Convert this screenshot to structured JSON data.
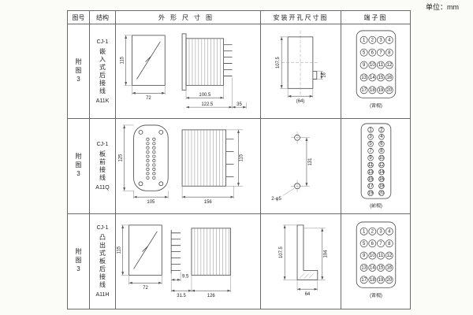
{
  "page": {
    "unit_label": "单位：mm"
  },
  "headers": {
    "fig": "图号",
    "structure": "结构",
    "outline": "外形尺寸图",
    "install": "安装开孔尺寸图",
    "terminal": "端子图"
  },
  "rows": [
    {
      "fig_no": "附图3",
      "model": "CJ-1",
      "mount": "嵌入式后接线",
      "code": "A11K",
      "outline": {
        "h": "115",
        "w": "72",
        "d1": "100.5",
        "d2": "122.5",
        "d3": "35"
      },
      "install": {
        "h": "107.5",
        "notch": "16",
        "w": "(64)"
      },
      "view": "(背视)"
    },
    {
      "fig_no": "附图3",
      "model": "CJ-1",
      "mount": "板前接线",
      "code": "A11Q",
      "outline": {
        "h": "125",
        "w": "105",
        "d": "156",
        "side_h": "115"
      },
      "install": {
        "h": "131",
        "holes": "2-φ5"
      },
      "view": "(前视)"
    },
    {
      "fig_no": "附图3",
      "model": "CJ-1",
      "mount": "凸出式板后接线",
      "code": "A11H",
      "outline": {
        "h": "115",
        "w": "72",
        "pin": "9.5",
        "offset": "31.5",
        "d": "126"
      },
      "install": {
        "h": "107.5",
        "h2": "104",
        "w": "64"
      },
      "view": "(背视)"
    }
  ],
  "terminals": {
    "numbers": [
      "1",
      "2",
      "3",
      "4",
      "5",
      "6",
      "7",
      "8",
      "9",
      "10",
      "11",
      "12",
      "13",
      "14",
      "15",
      "16",
      "17",
      "18",
      "19",
      "20"
    ]
  }
}
